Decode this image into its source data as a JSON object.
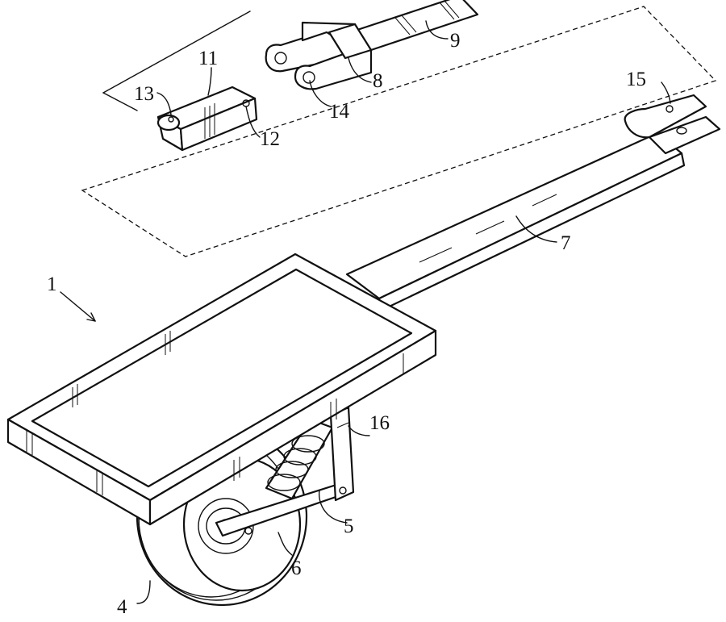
{
  "labels": {
    "l1": "1",
    "l4": "4",
    "l5": "5",
    "l6": "6",
    "l7": "7",
    "l8": "8",
    "l9": "9",
    "l11": "11",
    "l12": "12",
    "l13": "13",
    "l14": "14",
    "l15": "15",
    "l16": "16"
  }
}
